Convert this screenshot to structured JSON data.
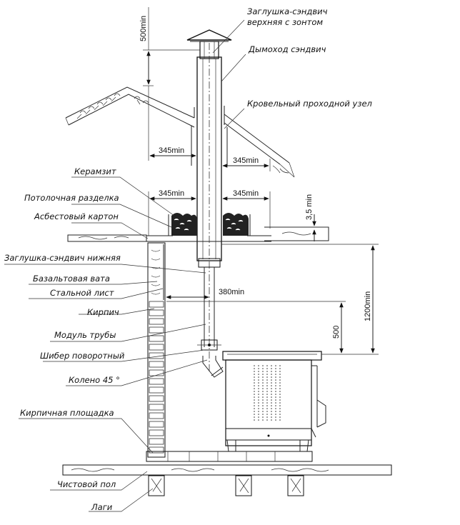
{
  "labels": {
    "top_cap": [
      "Заглушка-сэндвич",
      "верхняя с зонтом"
    ],
    "chimney": "Дымоход сэндвич",
    "roof_unit": "Кровельный проходной узел",
    "expanded_clay": "Керамзит",
    "ceiling_cut": "Потолочная разделка",
    "asbestos": "Асбестовый картон",
    "bottom_cap": "Заглушка-сэндвич нижняя",
    "basalt": "Базальтовая вата",
    "steel_sheet": "Стальной лист",
    "brick": "Кирпич",
    "pipe_module": "Модуль трубы",
    "damper": "Шибер поворотный",
    "elbow": "Колено 45 °",
    "brick_pad": "Кирпичная площадка",
    "finish_floor": "Чистовой пол",
    "joists": "Лаги"
  },
  "dimensions": {
    "top_clearance": "500min",
    "roof_left": "345min",
    "roof_right": "345min",
    "ceiling_left": "345min",
    "ceiling_right": "345min",
    "clay_height": "3,5 min",
    "wall_to_pipe": "380min",
    "stove_height": "1200min",
    "damper_height": "500"
  }
}
